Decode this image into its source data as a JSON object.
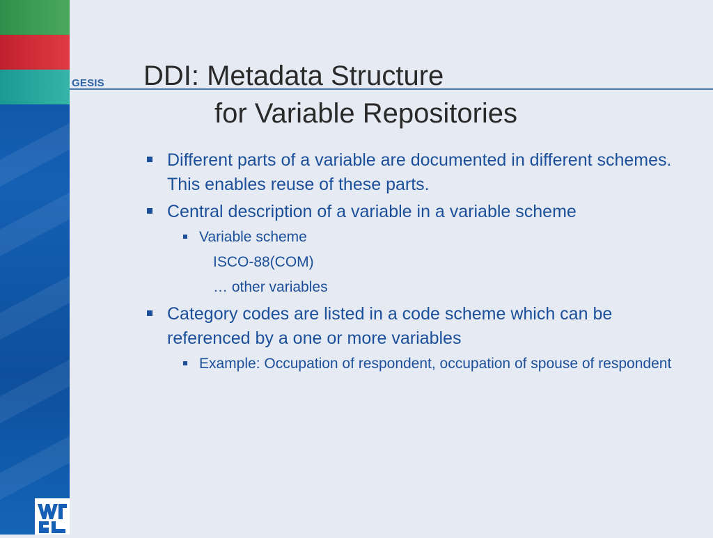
{
  "sidebar": {
    "logo_text": "GESIS"
  },
  "slide": {
    "title_line1": "DDI: Metadata Structure",
    "title_line2": "for Variable Repositories",
    "bullets": [
      {
        "text": "Different parts of a variable are documented in different schemes. This enables reuse of these parts."
      },
      {
        "text": "Central description of a variable in a variable scheme"
      }
    ],
    "sub_bullet_1": "Variable scheme",
    "sub_items": [
      "ISCO-88(COM)",
      "… other variables"
    ],
    "bullet_3": "Category codes are listed in a code scheme which can be referenced by a one or more variables",
    "sub_bullet_2": "Example: Occupation of respondent, occupation of spouse of respondent"
  },
  "footer": {
    "logo_icon": "wgl-logo-icon"
  },
  "colors": {
    "sidebar_blue": "#1560b4",
    "green_block": "#2f8f4a",
    "red_block": "#c0202e",
    "teal_block": "#1a9a93",
    "text_blue": "#1c4f9a",
    "background": "#e6ebf3"
  }
}
